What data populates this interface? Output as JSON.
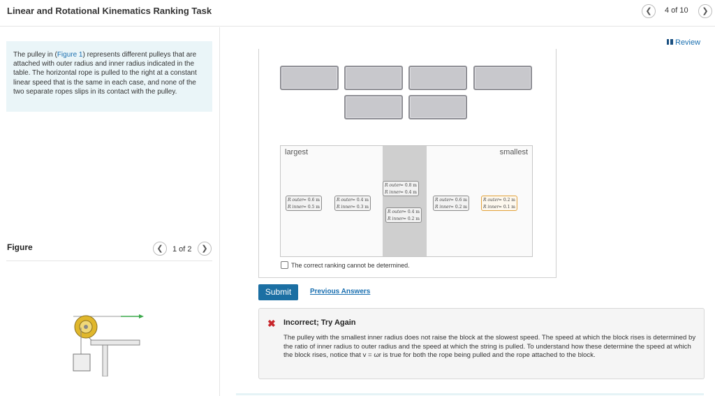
{
  "header": {
    "title": "Linear and Rotational Kinematics Ranking Task",
    "prev_icon": "chevron-left-icon",
    "next_icon": "chevron-right-icon",
    "page_count": "4 of 10"
  },
  "problem": {
    "text_before_link": "The pulley in (",
    "link_text": "Figure 1",
    "text_after_link": ") represents different pulleys that are attached with outer radius and inner radius indicated in the table. The horizontal rope is pulled to the right at a constant linear speed that is the same in each case, and none of the two separate ropes slips in its contact with the pulley."
  },
  "figure": {
    "label": "Figure",
    "count": "1 of 2"
  },
  "review": {
    "label": "Review",
    "icon": "book-icon"
  },
  "ranking": {
    "largest_label": "largest",
    "smallest_label": "smallest",
    "tiles": [
      {
        "outer_label": "R outer",
        "outer_value": "= 0.6 m",
        "inner_label": "R inner",
        "inner_value": "= 0.5 m"
      },
      {
        "outer_label": "R outer",
        "outer_value": "= 0.4 m",
        "inner_label": "R inner",
        "inner_value": "= 0.3 m"
      },
      {
        "outer_label": "R outer",
        "outer_value": "= 0.8 m",
        "inner_label": "R inner",
        "inner_value": "= 0.4 m"
      },
      {
        "outer_label": "R outer",
        "outer_value": "= 0.4 m",
        "inner_label": "R inner",
        "inner_value": "= 0.2 m"
      },
      {
        "outer_label": "R outer",
        "outer_value": "= 0.6 m",
        "inner_label": "R inner",
        "inner_value": "= 0.2 m"
      },
      {
        "outer_label": "R outer",
        "outer_value": "= 0.2 m",
        "inner_label": "R inner",
        "inner_value": "= 0.1 m"
      }
    ],
    "cannot_determine_label": "The correct ranking cannot be determined."
  },
  "actions": {
    "submit_label": "Submit",
    "previous_answers_label": "Previous Answers"
  },
  "feedback": {
    "icon": "x-icon",
    "title": "Incorrect; Try Again",
    "text": "The pulley with the smallest inner radius does not raise the block at the slowest speed. The speed at which the block rises is determined by the ratio of inner radius to outer radius and the speed at which the string is pulled. To understand how these determine the speed at which the block rises, notice that v = ωr is true for both the rope being pulled and the rope attached to the block."
  },
  "colors": {
    "accent": "#1b6fa3",
    "link": "#1a6fb0",
    "error": "#c8262b",
    "problem_bg": "#eaf5f8",
    "pulley": "#e0b72c",
    "arrow": "#3aa84a"
  }
}
